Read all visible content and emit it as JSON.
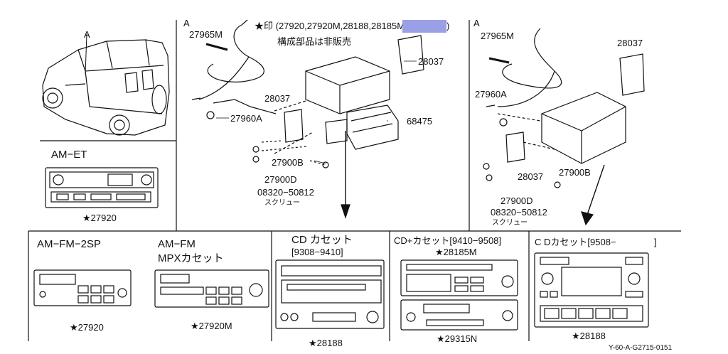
{
  "header": {
    "note_code": "★印 (27920,27920M,28188,28185M",
    "note_close": ")",
    "note_jp": "構成部品は非販売"
  },
  "vehicle": {
    "view_marker": "A"
  },
  "assembly_left": {
    "marker": "A",
    "parts": {
      "p27965M": "27965M",
      "p28037_top": "28037",
      "p28037_mid": "28037",
      "p27960A": "27960A",
      "p68475": "68475",
      "p27900B": "27900B",
      "p27900D": "27900D",
      "p08320": "08320−50812",
      "screw_jp": "スクリュー"
    }
  },
  "assembly_right": {
    "marker": "A",
    "parts": {
      "p27965M": "27965M",
      "p28037_top": "28037",
      "p27960A": "27960A",
      "p28037_bot": "28037",
      "p27900B": "27900B",
      "p27900D": "27900D",
      "p08320": "08320−50812",
      "screw_jp": "スクリュー"
    }
  },
  "radios": [
    {
      "title": "AM−ET",
      "subtitle": "",
      "part": "★27920"
    },
    {
      "title": "AM−FM−2SP",
      "subtitle": "",
      "part": "★27920"
    },
    {
      "title": "AM−FM",
      "subtitle": "MPXカセット",
      "part": "★27920M"
    },
    {
      "title": "CD カセット",
      "subtitle": "[9308−9410]",
      "part": "★28188"
    },
    {
      "title": "CD+カセット[9410−9508]",
      "subtitle": "★28185M",
      "part": "★29315N"
    },
    {
      "title": "C Dカセット[9508−",
      "subtitle": "]",
      "part": "★28188"
    }
  ],
  "footer": {
    "code": "Y-60-A-G2715-0151"
  }
}
